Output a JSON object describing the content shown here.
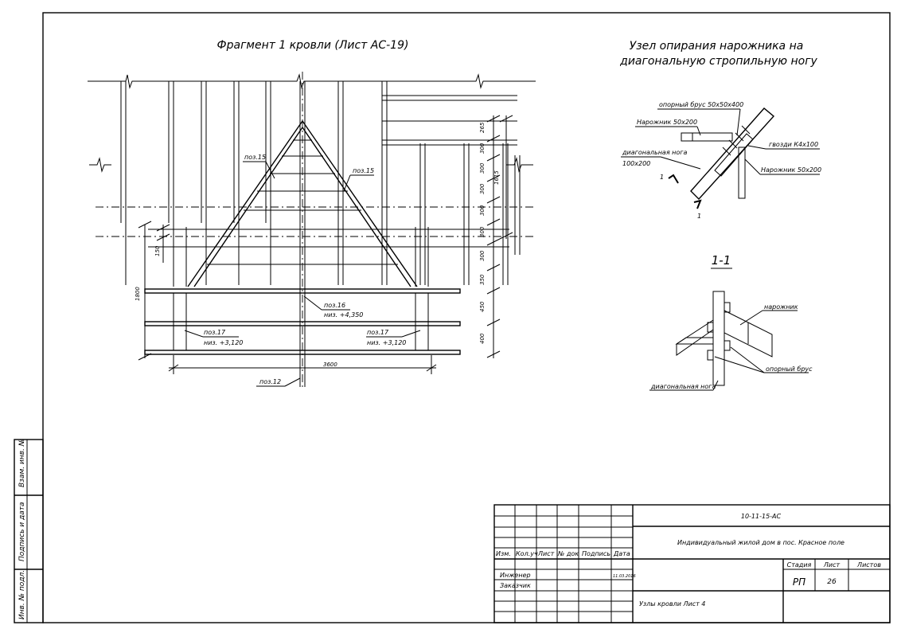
{
  "drawing": {
    "left_title": "Фрагмент 1 кровли (Лист АС-19)",
    "right_title_line1": "Узел опирания нарожника на",
    "right_title_line2": "диагональную стропильную ногу",
    "section_title": "1-1",
    "section_mark_top": "1",
    "section_mark_bottom": "1"
  },
  "fragment_labels": {
    "poz15_left": "поз.15",
    "poz15_right": "поз.15",
    "poz16": "поз.16",
    "poz16_level": "низ. +4,350",
    "poz17_left": "поз.17",
    "poz17_left_level": "низ. +3,120",
    "poz17_right": "поз.17",
    "poz17_right_level": "низ. +3,120",
    "poz12": "поз.12"
  },
  "dimensions": {
    "right_chain": [
      "265",
      "300",
      "300",
      "300",
      "300",
      "300",
      "300",
      "350",
      "450",
      "400"
    ],
    "overall_right": "1615",
    "left_vertical": "1800",
    "left_small": "150",
    "bottom": "3600"
  },
  "node_labels": {
    "support_beam": "опорный брус 50х50х400",
    "jack_rafter_top": "Нарожник 50х200",
    "nails": "гвозди К4х100",
    "diagonal_rafter": "диагональная нога",
    "diagonal_size": "100х200",
    "jack_rafter_bottom": "Нарожник 50х200"
  },
  "section_labels": {
    "jack": "нарожник",
    "support": "опорный брус",
    "diagonal": "диагональная нога"
  },
  "side_stamps": [
    "Взам. инв. №",
    "Подпись и дата",
    "Инв. № подл."
  ],
  "title_block": {
    "code": "10-11-15-АС",
    "project": "Индивидуальный жилой дом в пос. Красное поле",
    "headers": [
      "Изм.",
      "Кол.уч",
      "Лист",
      "№ док",
      "Подпись",
      "Дата"
    ],
    "roles": [
      "Инженер",
      "Заказчик"
    ],
    "date": "11.03.2016",
    "sheet_title": "Узлы кровли  Лист 4",
    "stage_label": "Стадия",
    "sheet_label": "Лист",
    "sheets_label": "Листов",
    "stage": "РП",
    "sheet": "26",
    "sheets": ""
  }
}
